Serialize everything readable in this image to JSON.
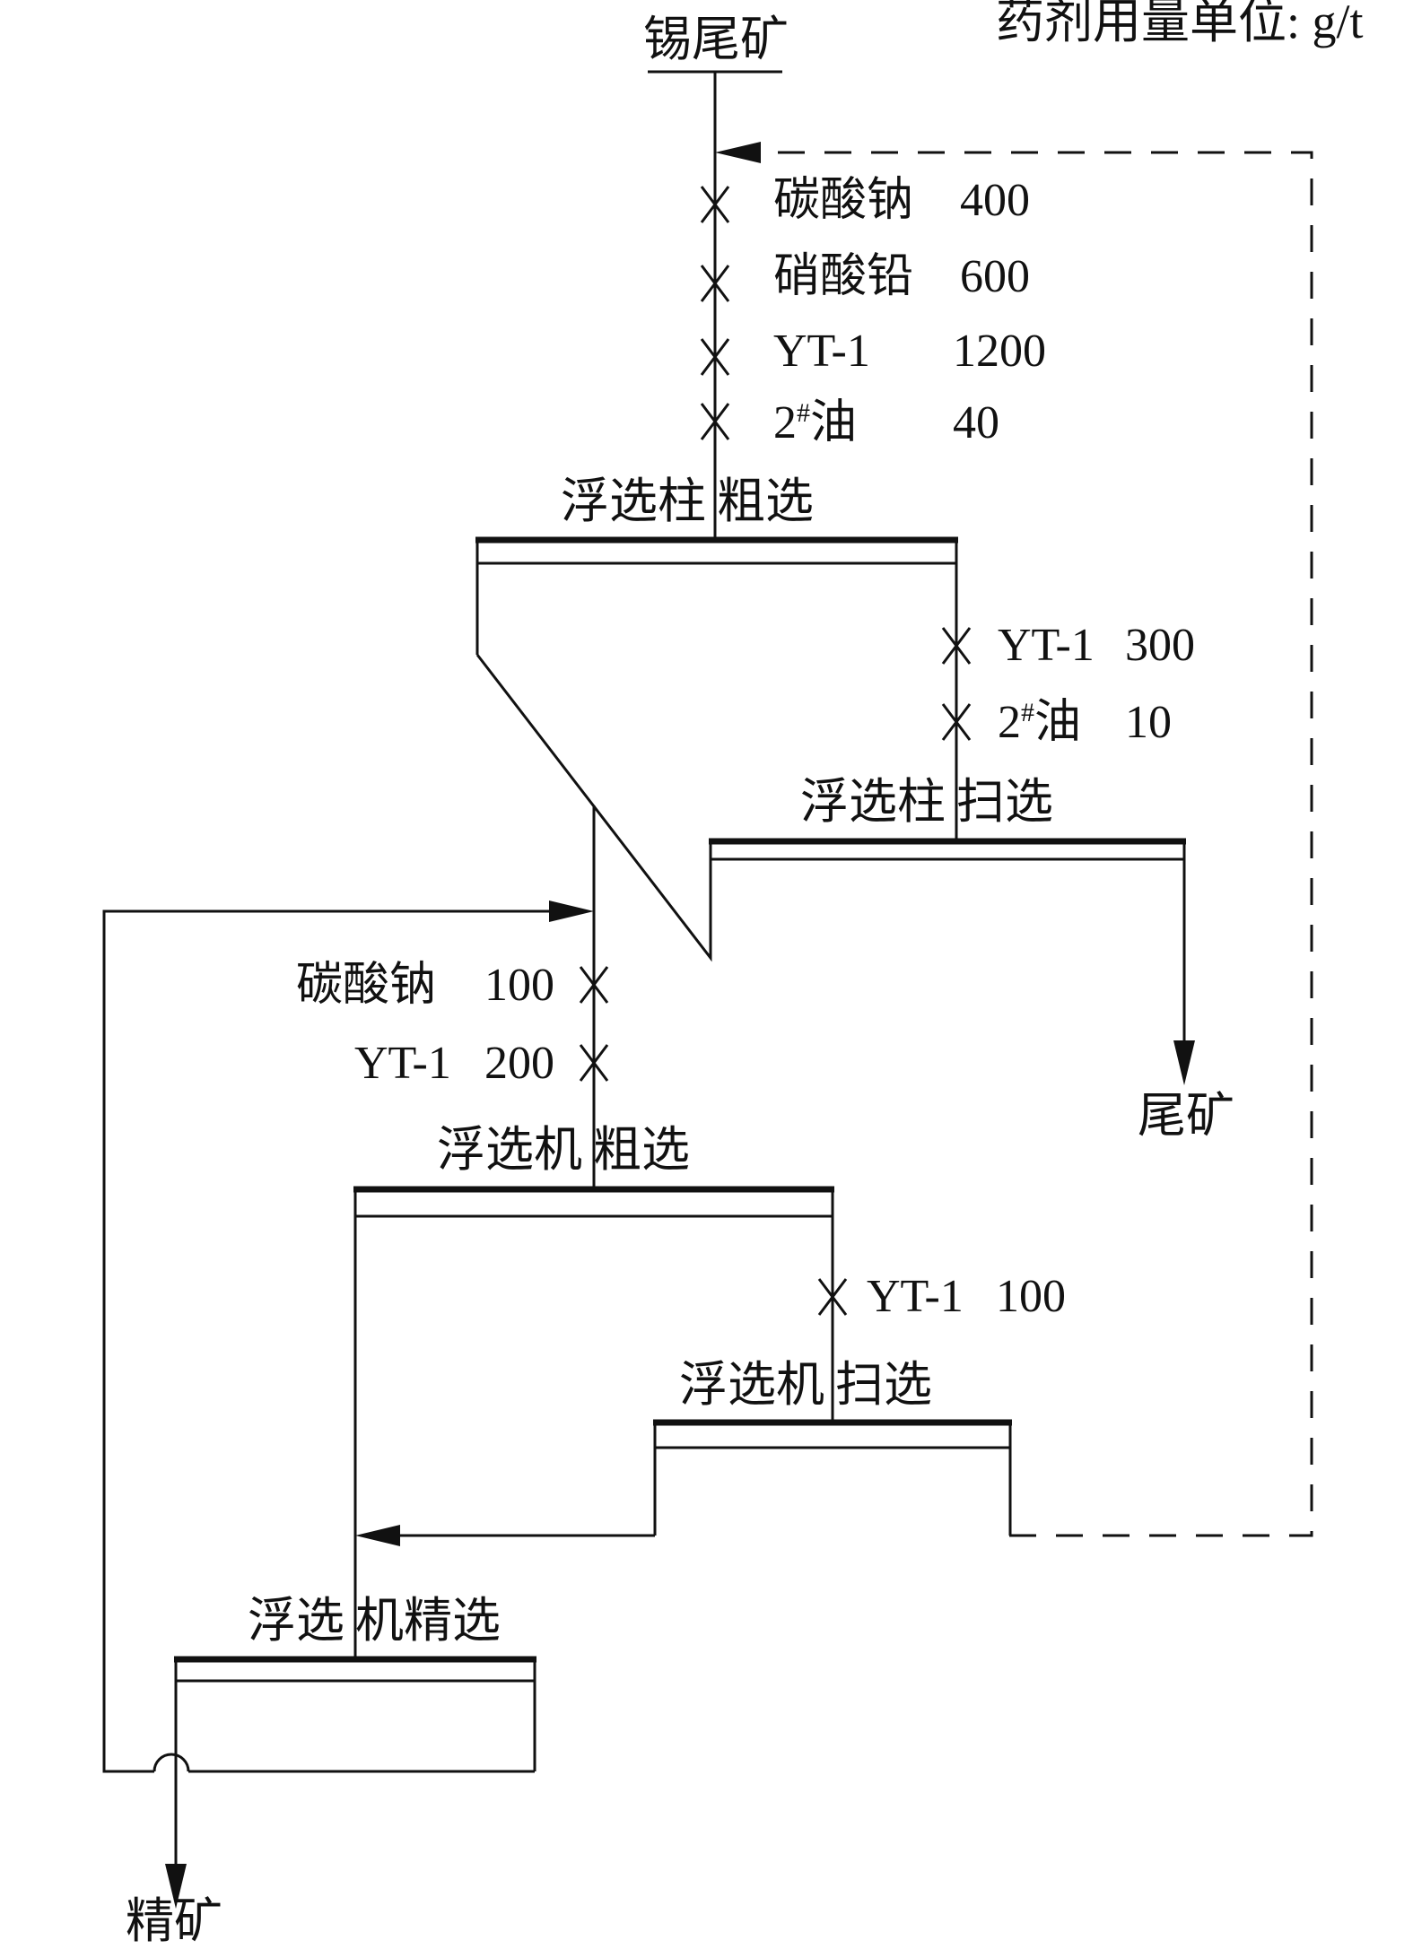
{
  "unit_note": "药剂用量单位: g/t",
  "feed_label": "锡尾矿",
  "tailings_label": "尾矿",
  "concentrate_label": "精矿",
  "stages": {
    "column_rougher": {
      "part1": "浮选柱",
      "part2": "粗选"
    },
    "column_scavenger": {
      "part1": "浮选柱",
      "part2": "扫选"
    },
    "cell_rougher": {
      "part1": "浮选机",
      "part2": "粗选"
    },
    "cell_scavenger": {
      "part1": "浮选机",
      "part2": "扫选"
    },
    "cell_cleaner": {
      "part1": "浮选",
      "part2": "机精选"
    }
  },
  "reagents": {
    "column_rougher": [
      {
        "name": "碳酸钠",
        "dose": "400"
      },
      {
        "name": "硝酸铅",
        "dose": "600"
      },
      {
        "name": "YT-1",
        "dose": "1200"
      },
      {
        "name": "2",
        "sup": "#",
        "name_suffix": "油",
        "dose": "40"
      }
    ],
    "column_scavenger": [
      {
        "name": "YT-1",
        "dose": "300"
      },
      {
        "name": "2",
        "sup": "#",
        "name_suffix": "油",
        "dose": "10"
      }
    ],
    "cell_rougher": [
      {
        "name": "碳酸钠",
        "dose": "100"
      },
      {
        "name": "YT-1",
        "dose": "200"
      }
    ],
    "cell_scavenger": [
      {
        "name": "YT-1",
        "dose": "100"
      }
    ]
  }
}
